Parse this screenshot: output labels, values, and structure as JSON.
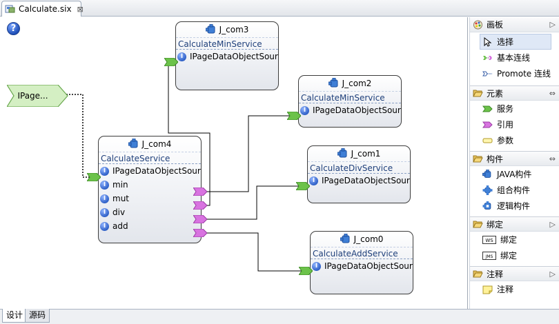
{
  "editor": {
    "tab_label": "Calculate.six",
    "tab_close": "⊠"
  },
  "canvas": {
    "help": "?",
    "promote_label": "IPage...",
    "components": [
      {
        "id": "J_com3",
        "service": "CalculateMinService",
        "rows": [
          {
            "label": "IPageDataObjectSource"
          }
        ]
      },
      {
        "id": "J_com2",
        "service": "CalculateMinService",
        "rows": [
          {
            "label": "IPageDataObjectSource"
          }
        ]
      },
      {
        "id": "J_com4",
        "service": "CalculateService",
        "rows": [
          {
            "label": "IPageDataObjectSource"
          },
          {
            "label": "min"
          },
          {
            "label": "mut"
          },
          {
            "label": "div"
          },
          {
            "label": "add"
          }
        ]
      },
      {
        "id": "J_com1",
        "service": "CalculateDivService",
        "rows": [
          {
            "label": "IPageDataObjectSource"
          }
        ]
      },
      {
        "id": "J_com0",
        "service": "CalculateAddService",
        "rows": [
          {
            "label": "IPageDataObjectSource"
          }
        ]
      }
    ],
    "badge": "I"
  },
  "palette": {
    "header": "画板",
    "header_arrow": "▷",
    "tools": [
      {
        "label": "选择",
        "icon": "select-arrow-icon"
      },
      {
        "label": "基本连线",
        "icon": "basic-wire-icon"
      },
      {
        "label": "Promote 连线",
        "icon": "promote-wire-icon"
      }
    ],
    "sections": [
      {
        "title": "元素",
        "arrow": "⇔",
        "items": [
          {
            "label": "服务",
            "icon": "service-icon"
          },
          {
            "label": "引用",
            "icon": "reference-icon"
          },
          {
            "label": "参数",
            "icon": "parameter-icon"
          }
        ]
      },
      {
        "title": "构件",
        "arrow": "⇔",
        "items": [
          {
            "label": "JAVA构件",
            "icon": "java-component-icon"
          },
          {
            "label": "组合构件",
            "icon": "composite-component-icon"
          },
          {
            "label": "逻辑构件",
            "icon": "logic-component-icon"
          }
        ]
      },
      {
        "title": "绑定",
        "arrow": "▷",
        "items": [
          {
            "label": "绑定",
            "icon": "ws-binding-icon",
            "badge": "WS"
          },
          {
            "label": "绑定",
            "icon": "jms-binding-icon",
            "badge": "JMS"
          }
        ]
      },
      {
        "title": "注释",
        "arrow": "▷",
        "items": [
          {
            "label": "注释",
            "icon": "note-icon"
          }
        ]
      }
    ]
  },
  "bottom_tabs": [
    {
      "label": "设计"
    },
    {
      "label": "源码"
    }
  ],
  "colors": {
    "service_port": "#6cc24a",
    "reference_port": "#d873e0",
    "service_text": "#1e3f7a"
  }
}
